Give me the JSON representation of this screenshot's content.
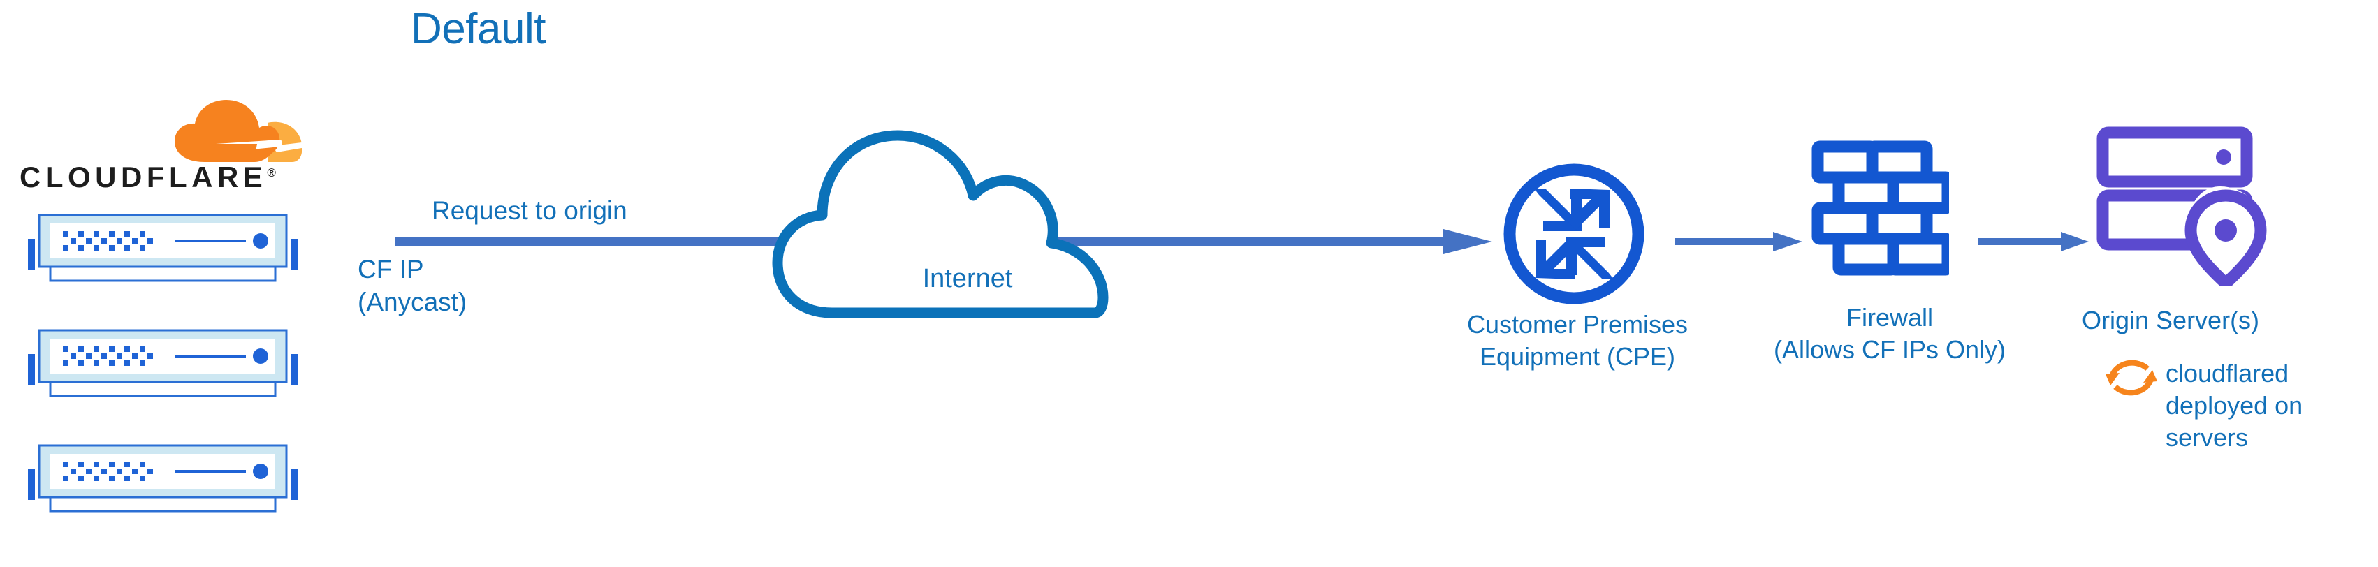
{
  "diagram": {
    "title": "Default",
    "type": "network-traffic-flow",
    "background_color": "#FFFFFF",
    "colors": {
      "title_blue": "#1270B8",
      "label_blue": "#1270B8",
      "arrow_blue": "#4472C4",
      "cloud_outline_blue": "#0B72B9",
      "icon_blue": "#1357D1",
      "origin_purple": "#5B4ACF",
      "cloudflare_orange": "#F6821F",
      "cloudflare_orange_light": "#FBAD41",
      "server_body_light": "#CDE7F2",
      "server_frame_blue": "#2B6FD4",
      "wordmark_black": "#1D1D1D"
    }
  },
  "brand": {
    "logo_mark_name": "cloudflare-cloud-logo",
    "wordmark": "CLOUDFLARE",
    "registered_mark": "®"
  },
  "nodes": [
    {
      "id": "cloudflare-edge",
      "label": "CF IP\n(Anycast)",
      "icon": "server-rack-stack",
      "icon_color": "#2B6FD4",
      "count": 3
    },
    {
      "id": "internet",
      "label": "Internet",
      "icon": "cloud-outline",
      "icon_color": "#0B72B9"
    },
    {
      "id": "cpe",
      "label": "Customer Premises\nEquipment (CPE)",
      "icon": "router-circle-arrows-icon",
      "icon_color": "#1357D1"
    },
    {
      "id": "firewall",
      "label": "Firewall\n(Allows CF IPs Only)",
      "icon": "brick-wall-icon",
      "icon_color": "#1357D1"
    },
    {
      "id": "origin",
      "label": "Origin Server(s)",
      "icon": "server-location-pin-icon",
      "icon_color": "#5B4ACF"
    }
  ],
  "edges": [
    {
      "id": "edge-request-to-origin",
      "label": "Request to origin",
      "from": "cloudflare-edge",
      "to": "cpe",
      "color": "#4472C4",
      "direction": "right"
    },
    {
      "id": "edge-cpe-to-firewall",
      "label": "",
      "from": "cpe",
      "to": "firewall",
      "color": "#4472C4",
      "direction": "right"
    },
    {
      "id": "edge-firewall-to-origin",
      "label": "",
      "from": "firewall",
      "to": "origin",
      "color": "#4472C4",
      "direction": "right"
    }
  ],
  "annotations": [
    {
      "id": "cloudflared-note",
      "icon": "sync-arrows-icon",
      "icon_color": "#F6841C",
      "text": "cloudflared\ndeployed on\nservers",
      "text_color": "#1270B8"
    }
  ]
}
